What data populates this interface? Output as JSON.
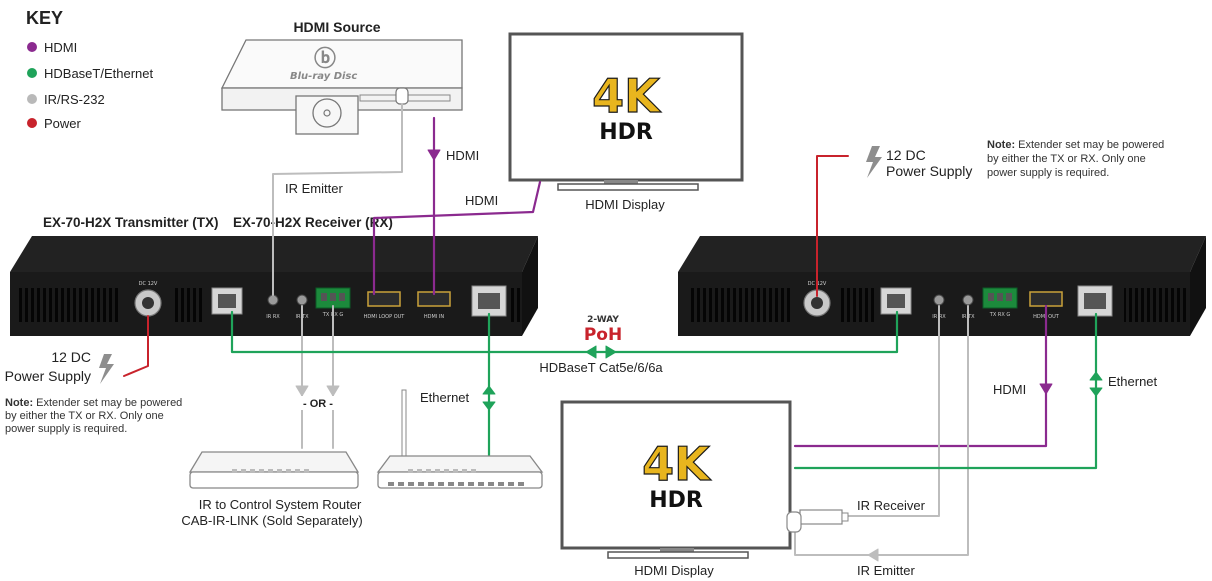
{
  "key": {
    "title": "KEY",
    "items": [
      {
        "label": "HDMI",
        "color": "#8b2a8f"
      },
      {
        "label": "HDBaseT/Ethernet",
        "color": "#1fa35a"
      },
      {
        "label": "IR/RS-232",
        "color": "#b9b9b9"
      },
      {
        "label": "Power",
        "color": "#c8232c"
      }
    ]
  },
  "source": {
    "title": "HDMI Source",
    "logo_text": "Blu-ray Disc",
    "hdmi_label": "HDMI",
    "ir_emitter_label": "IR Emitter"
  },
  "display_top": {
    "title": "HDMI Display",
    "logo_main": "4K",
    "logo_sub": "HDR",
    "hdmi_label": "HDMI"
  },
  "display_bottom": {
    "title": "HDMI Display",
    "logo_main": "4K",
    "logo_sub": "HDR",
    "ir_receiver_label": "IR Receiver",
    "ir_emitter_label": "IR Emitter"
  },
  "transmitter": {
    "label": "EX-70-H2X Transmitter (TX)",
    "ports": {
      "dc": "DC 12V",
      "ir_rx": "IR RX",
      "ir_tx": "IR TX",
      "rs232": "TX RX G",
      "hdmi_loop": "HDMI LOOP OUT",
      "hdmi_in": "HDMI IN"
    }
  },
  "receiver": {
    "label": "EX-70-H2X Receiver (RX)",
    "ports": {
      "dc": "DC 12V",
      "ir_rx": "IR RX",
      "ir_tx": "IR TX",
      "rs232": "TX RX G",
      "hdmi_out": "HDMI OUT"
    }
  },
  "power_left": {
    "line1": "12 DC",
    "line2": "Power Supply",
    "note_bold": "Note:",
    "note_line1": " Extender set may be powered",
    "note_line2": "by either the TX or RX.  Only one",
    "note_line3": "power supply is required."
  },
  "power_right": {
    "line1": "12 DC",
    "line2": "Power Supply",
    "note_bold": "Note:",
    "note_line1": " Extender set may be powered",
    "note_line2": "by either the TX or RX.  Only one",
    "note_line3": "power supply is required."
  },
  "link": {
    "poh_top": "2-WAY",
    "poh_main": "PoH",
    "cable_label": "HDBaseT Cat5e/6/6a"
  },
  "routers": {
    "or_label": "- OR -",
    "ethernet_left": "Ethernet",
    "ir_router_line1": "IR to Control System Router",
    "ir_router_line2": "CAB-IR-LINK (Sold Separately)"
  },
  "rx_side": {
    "hdmi_label": "HDMI",
    "ethernet_label": "Ethernet"
  }
}
